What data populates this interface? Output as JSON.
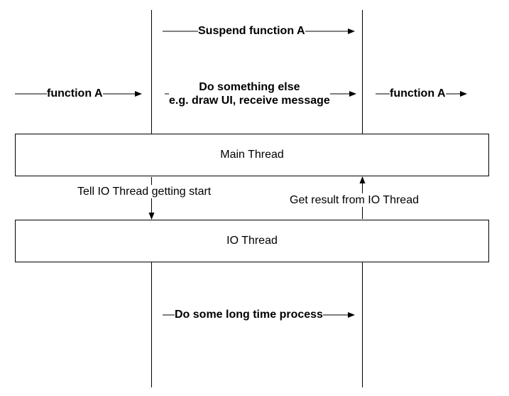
{
  "boxes": {
    "main_thread": "Main Thread",
    "io_thread": "IO Thread"
  },
  "arrows": {
    "suspend": "Suspend function A",
    "function_a_left": "function A",
    "function_a_right": "function A",
    "do_something_line1": "Do something else",
    "do_something_line2": "e.g. draw UI, receive message",
    "tell_io": "Tell IO Thread getting start",
    "get_result": "Get result from IO Thread",
    "long_process": "Do some long time process"
  }
}
